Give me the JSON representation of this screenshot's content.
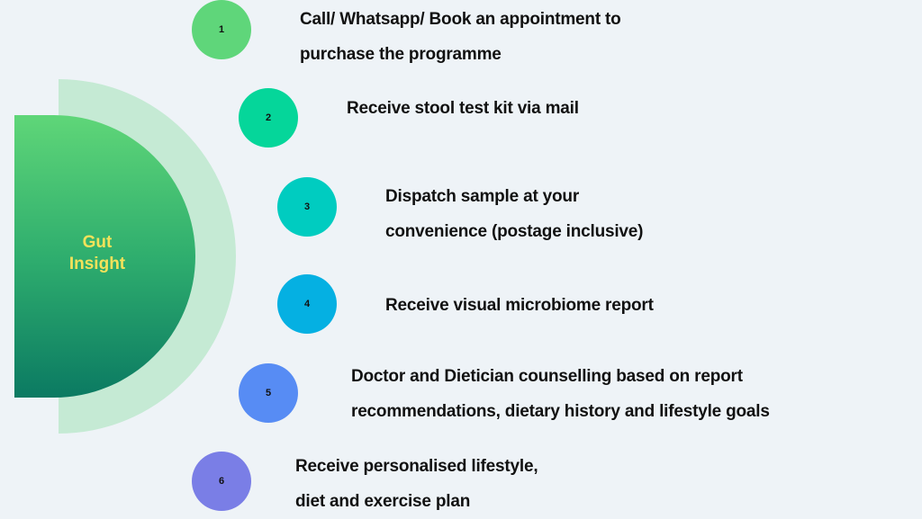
{
  "center_label": "Gut Insight",
  "steps": [
    {
      "number": "1",
      "color": "#5fd67a",
      "lines": [
        "Call/ Whatsapp/ Book an appointment to",
        "purchase the programme"
      ]
    },
    {
      "number": "2",
      "color": "#05d69a",
      "lines": [
        "Receive stool test kit via mail"
      ]
    },
    {
      "number": "3",
      "color": "#00ccc0",
      "lines": [
        "Dispatch sample at your",
        "convenience (postage inclusive)"
      ]
    },
    {
      "number": "4",
      "color": "#05b0e2",
      "lines": [
        "Receive visual microbiome report"
      ]
    },
    {
      "number": "5",
      "color": "#578cf4",
      "lines": [
        "Doctor and Dietician counselling based on report",
        "recommendations, dietary history and lifestyle goals"
      ]
    },
    {
      "number": "6",
      "color": "#7a7ee6",
      "lines": [
        "Receive personalised lifestyle,",
        "diet and exercise plan"
      ]
    }
  ]
}
